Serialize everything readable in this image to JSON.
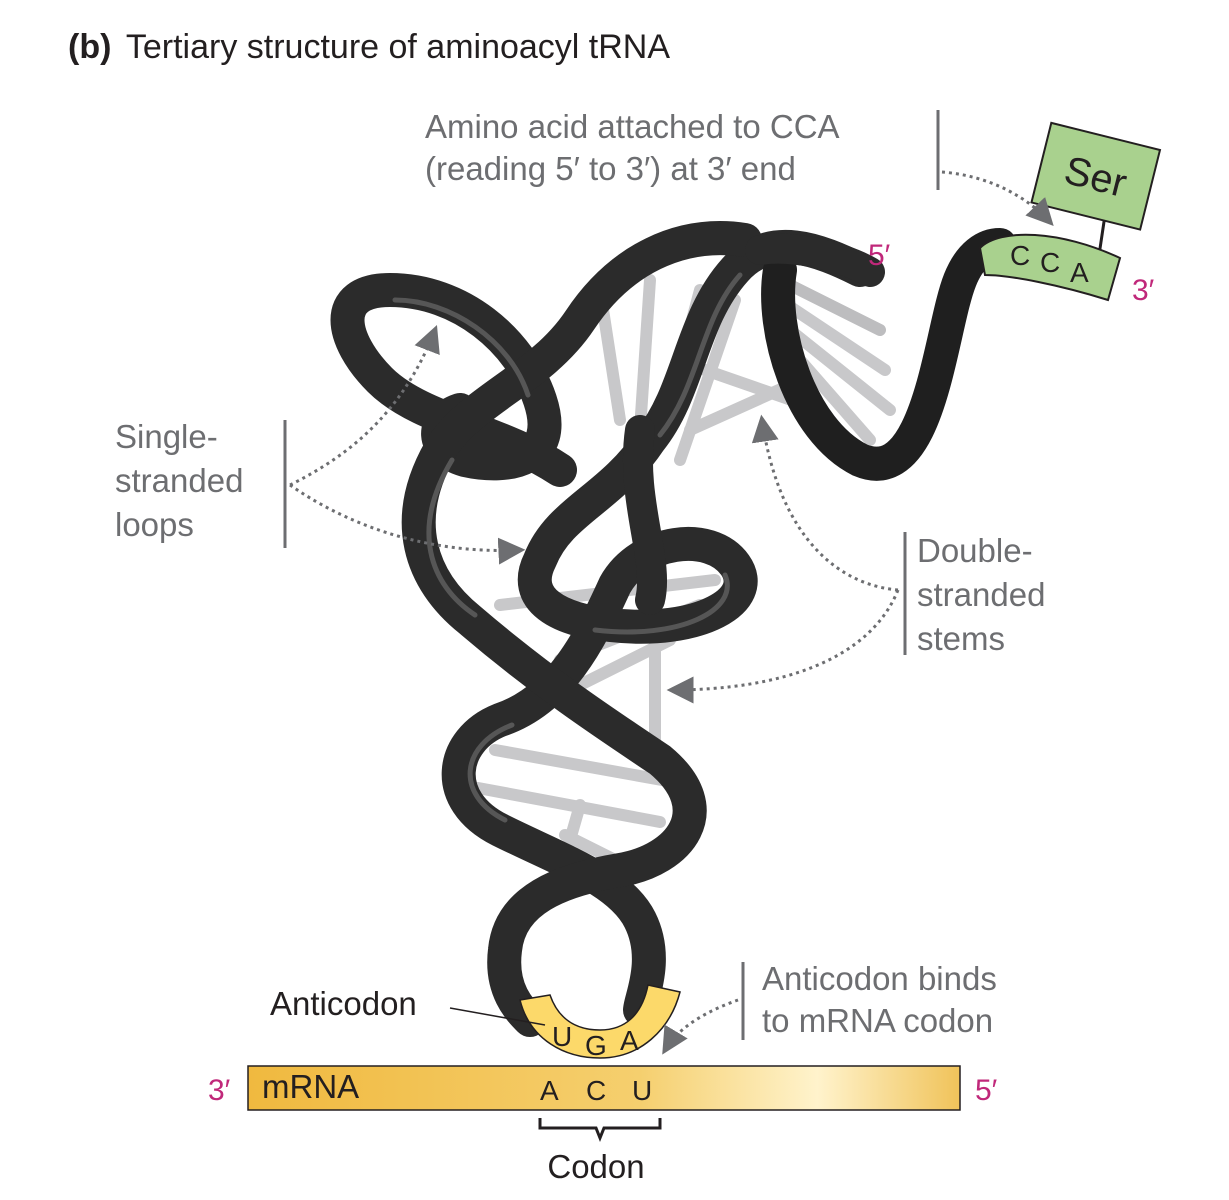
{
  "title": {
    "part": "(b)",
    "text": "Tertiary structure of aminoacyl tRNA"
  },
  "labels": {
    "amino_acid_line1": "Amino acid attached to CCA",
    "amino_acid_line2": "(reading 5′ to 3′) at 3′ end",
    "single_line1": "Single-",
    "single_line2": "stranded",
    "single_line3": "loops",
    "double_line1": "Double-",
    "double_line2": "stranded",
    "double_line3": "stems",
    "anticodon": "Anticodon",
    "anticodon_binds_line1": "Anticodon binds",
    "anticodon_binds_line2": "to mRNA codon",
    "mrna": "mRNA",
    "codon": "Codon"
  },
  "primes": {
    "trna_5": "5′",
    "trna_3": "3′",
    "mrna_3": "3′",
    "mrna_5": "5′"
  },
  "amino_acid": "Ser",
  "cca_bases": [
    "C",
    "C",
    "A"
  ],
  "anticodon_bases": [
    "U",
    "G",
    "A"
  ],
  "codon_bases": [
    "A",
    "C",
    "U"
  ],
  "colors": {
    "backbone": "#2b2b2b",
    "base_pair": "#c8c8ca",
    "amino_acid_box": "#a9d18e",
    "anticodon_highlight": "#fcd96a",
    "mrna_bar": "#f2c14e",
    "prime_label": "#c0287a",
    "annotation_gray": "#6d6e71"
  }
}
